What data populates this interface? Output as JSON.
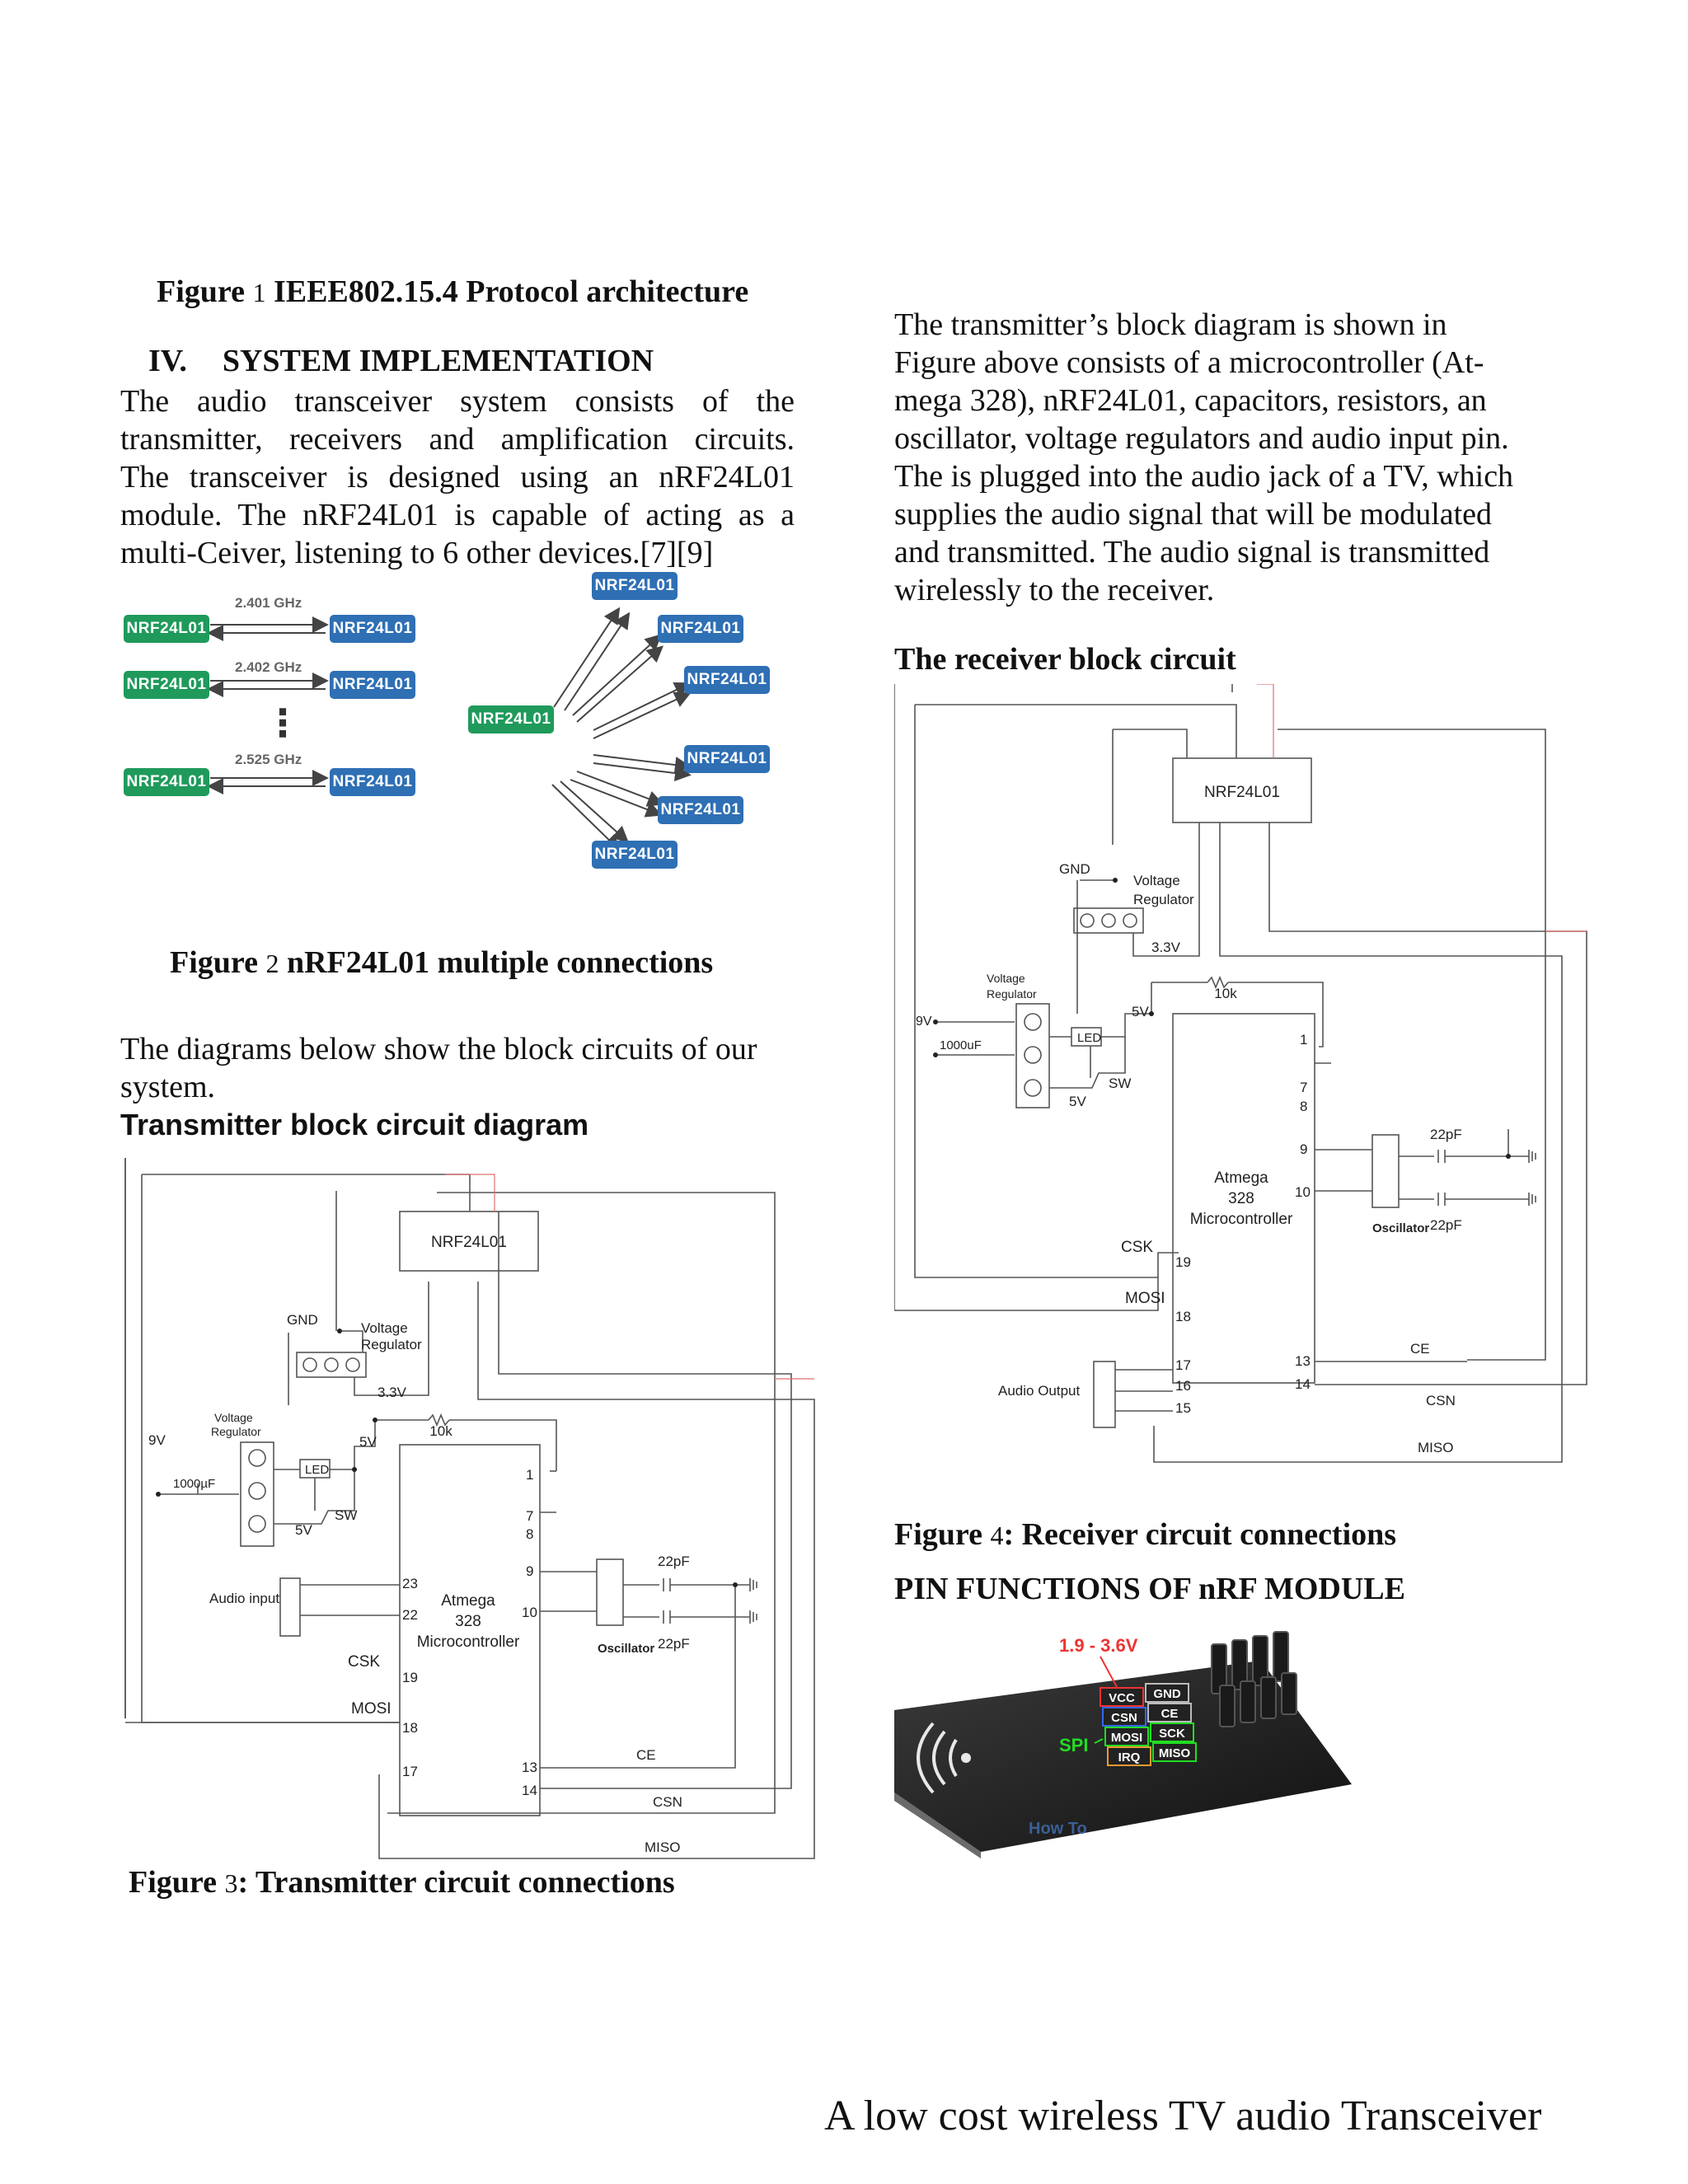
{
  "left_column": {
    "figure1_caption": {
      "prefix": "Figure",
      "num": "1",
      "text": "IEEE802.15.4 Protocol architecture"
    },
    "section_heading": {
      "number": "IV.",
      "title": "SYSTEM IMPLEMENTATION"
    },
    "intro_lines": [
      "The audio transceiver system consists of the",
      "transmitter, receivers and amplification circuits.",
      "The transceiver is designed using an nRF24L01",
      "module. The nRF24L01 is capable of acting as a",
      "multi-Ceiver, listening to 6 other devices.[7][9]"
    ],
    "figure2": {
      "chip_label": "NRF24L01",
      "frequencies": [
        "2.401 GHz",
        "2.402 GHz",
        "2.525 GHz"
      ],
      "ellipsis": "⋮"
    },
    "figure2_caption": {
      "prefix": "Figure",
      "num": "2",
      "text": "nRF24L01 multiple connections"
    },
    "diagrams_lines": [
      "The diagrams below show the block circuits of our",
      "system."
    ],
    "transmitter_heading": "Transmitter block circuit diagram",
    "transmitter_labels": {
      "nrf": "NRF24L01",
      "gnd": "GND",
      "vreg1": "Voltage",
      "vreg2": "Regulator",
      "v33": "3.3V",
      "vreg_small1": "Voltage",
      "vreg_small2": "Regulator",
      "v9": "9V",
      "cap": "1000µF",
      "led": "LED",
      "v5a": "5V",
      "v5b": "5V",
      "sw": "SW",
      "res": "10k",
      "audio": "Audio input",
      "mcu1": "Atmega",
      "mcu2": "328",
      "mcu3": "Microcontroller",
      "osc": "Oscillator",
      "c1": "22pF",
      "c2": "22pF",
      "csk": "CSK",
      "mosi": "MOSI",
      "ce": "CE",
      "csn": "CSN",
      "miso": "MISO",
      "pins": [
        "1",
        "7",
        "8",
        "9",
        "10",
        "23",
        "22",
        "19",
        "18",
        "17",
        "13",
        "14"
      ]
    },
    "figure3_caption": {
      "prefix": "Figure",
      "num": "3",
      "text": "Transmitter circuit connections"
    }
  },
  "right_column": {
    "para_lines": [
      "The transmitter’s block diagram is shown in",
      "Figure above consists of a microcontroller (At-",
      "mega 328), nRF24L01, capacitors, resistors, an",
      "oscillator, voltage regulators and audio input pin.",
      "The is plugged into the audio jack of a TV, which",
      "supplies the audio signal that will be modulated",
      "and transmitted. The audio signal is transmitted",
      "wirelessly to the receiver."
    ],
    "receiver_heading": "The receiver block circuit",
    "receiver_labels": {
      "nrf": "NRF24L01",
      "gnd": "GND",
      "vreg1": "Voltage",
      "vreg2": "Regulator",
      "v33": "3.3V",
      "vreg_small1": "Voltage",
      "vreg_small2": "Regulator",
      "v9": "9V",
      "cap": "1000uF",
      "led": "LED",
      "v5a": "5V",
      "v5b": "5V",
      "sw": "SW",
      "res": "10k",
      "audio": "Audio Output",
      "mcu1": "Atmega",
      "mcu2": "328",
      "mcu3": "Microcontroller",
      "osc": "Oscillator",
      "c1": "22pF",
      "c2": "22pF",
      "csk": "CSK",
      "mosi": "MOSI",
      "ce": "CE",
      "csn": "CSN",
      "miso": "MISO",
      "pins": [
        "1",
        "7",
        "8",
        "9",
        "10",
        "19",
        "18",
        "17",
        "16",
        "15",
        "13",
        "14"
      ]
    },
    "figure4_caption": {
      "prefix": "Figure",
      "num": "4",
      "text": ": Receiver circuit connections"
    },
    "pin_heading": "PIN FUNCTIONS OF nRF MODULE",
    "module": {
      "voltage": "1.9 - 3.6V",
      "spi": "SPI",
      "pins": [
        "VCC",
        "GND",
        "CSN",
        "CE",
        "MOSI",
        "SCK",
        "IRQ",
        "MISO"
      ],
      "watermark": "How To"
    }
  },
  "footer": "A low cost wireless TV audio Transceiver"
}
